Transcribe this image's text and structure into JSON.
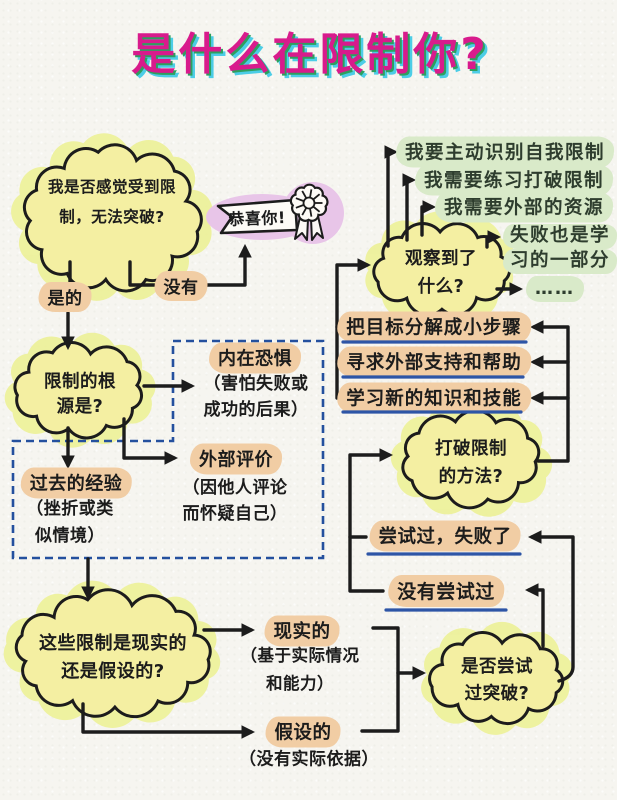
{
  "title": "是什么在限制你?",
  "flow": {
    "q1": [
      "我是否感觉受到限",
      "制，无法突破?"
    ],
    "no_label": "没有",
    "yes_label": "是的",
    "congrats": "恭喜你!",
    "q2": [
      "限制的根",
      "源是?"
    ],
    "causes": {
      "inner_fear": {
        "label": "内在恐惧",
        "desc": [
          "（害怕失败或",
          "成功的后果）"
        ]
      },
      "external_eval": {
        "label": "外部评价",
        "desc": [
          "（因他人评论",
          "而怀疑自己）"
        ]
      },
      "past_experience": {
        "label": "过去的经验",
        "desc": [
          "（挫折或类",
          "似情境）"
        ]
      }
    },
    "q3": [
      "这些限制是现实的",
      "还是假设的?"
    ],
    "real": {
      "label": "现实的",
      "desc": [
        "（基于实际情况",
        "和能力）"
      ]
    },
    "hypothetical": {
      "label": "假设的",
      "desc": [
        "（没有实际依据）"
      ]
    },
    "q4": [
      "是否尝试",
      "过突破?"
    ],
    "tried_failed": "尝试过，失败了",
    "not_tried": "没有尝试过",
    "q5": [
      "打破限制",
      "的方法?"
    ],
    "methods": [
      "把目标分解成小步骤",
      "寻求外部支持和帮助",
      "学习新的知识和技能"
    ],
    "q6": [
      "观察到了",
      "什么?"
    ],
    "observations": [
      "我要主动识别自我限制",
      "我需要练习打破限制",
      "我需要外部的资源"
    ],
    "observation_extra": [
      "失败也是学",
      "习的一部分"
    ],
    "more": "……"
  },
  "colors": {
    "paper": "#f6f5f0",
    "ink": "#1c1c1c",
    "title_pink": "#d81b8c",
    "title_green": "#2e9f5e",
    "title_cyan": "#4ccde6",
    "cloud_yellow": "#f4efa2",
    "cloud_glow": "#edf19b",
    "highlight_orange": "#f1cda4",
    "highlight_green": "#d9eac9",
    "highlight_pink": "#e8c3e8",
    "underline_blue": "#2d55a6",
    "dash_blue": "#24509e"
  }
}
